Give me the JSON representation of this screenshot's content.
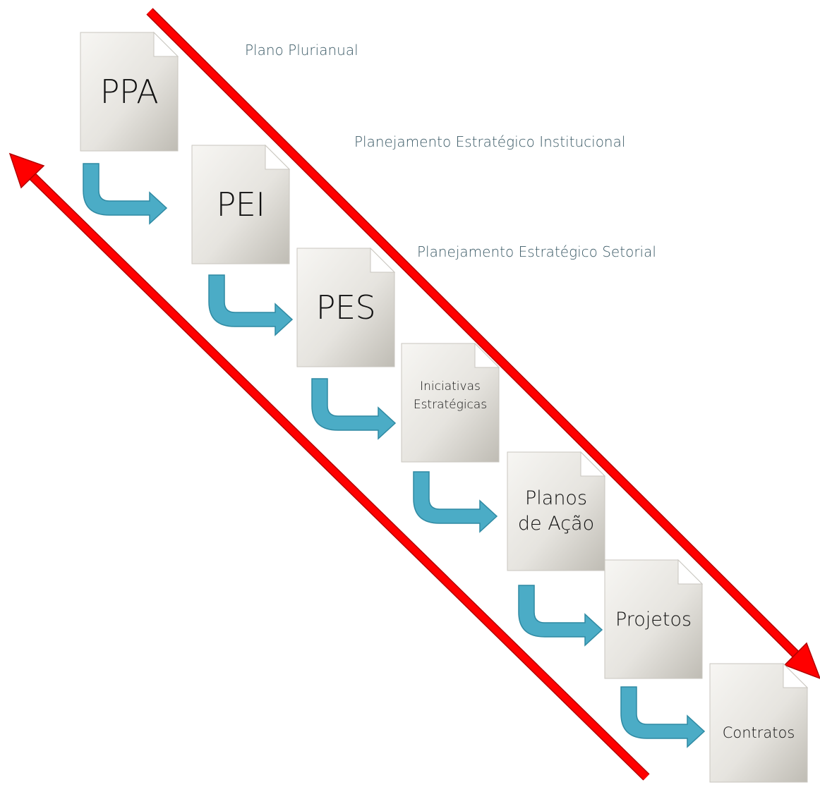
{
  "documents": [
    {
      "label": "PPA"
    },
    {
      "label": "PEI"
    },
    {
      "label": "PES"
    },
    {
      "label": "Iniciativas\nEstratégicas"
    },
    {
      "label": "Planos\nde Ação"
    },
    {
      "label": "Projetos"
    },
    {
      "label": "Contratos"
    }
  ],
  "captions": {
    "ppa": "Plano Plurianual",
    "pei": "Planejamento Estratégico Institucional",
    "pes": "Planejamento Estratégico Setorial"
  },
  "colors": {
    "red_arrow": "#ff0000",
    "flow_arrow": "#4bacc6",
    "doc_fill": "#e8e6e1",
    "caption": "#3b5a66"
  }
}
